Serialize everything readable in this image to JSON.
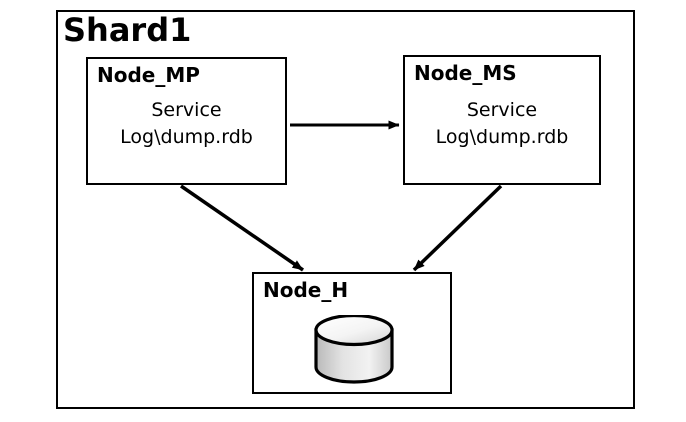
{
  "diagram": {
    "title": "Shard1",
    "container_name": "shard-container",
    "nodes": [
      {
        "id": "node-mp",
        "label": "Node_MP",
        "lines": [
          "Service",
          "Log\\dump.rdb"
        ],
        "icon": null
      },
      {
        "id": "node-ms",
        "label": "Node_MS",
        "lines": [
          "Service",
          "Log\\dump.rdb"
        ],
        "icon": null
      },
      {
        "id": "node-h",
        "label": "Node_H",
        "lines": [],
        "icon": "database-cylinder-icon"
      }
    ],
    "connections": [
      {
        "from": "Node_MP",
        "to": "Node_MS",
        "style": "arrow",
        "direction": "right"
      },
      {
        "from": "Node_MP",
        "to": "Node_H",
        "style": "arrow",
        "direction": "down-right"
      },
      {
        "from": "Node_MS",
        "to": "Node_H",
        "style": "arrow",
        "direction": "down-left"
      }
    ],
    "colors": {
      "stroke": "#000000",
      "background": "#ffffff",
      "cylinder_light": "#ffffff",
      "cylinder_mid": "#e8e8e8",
      "cylinder_dark": "#b8b8b8"
    }
  }
}
